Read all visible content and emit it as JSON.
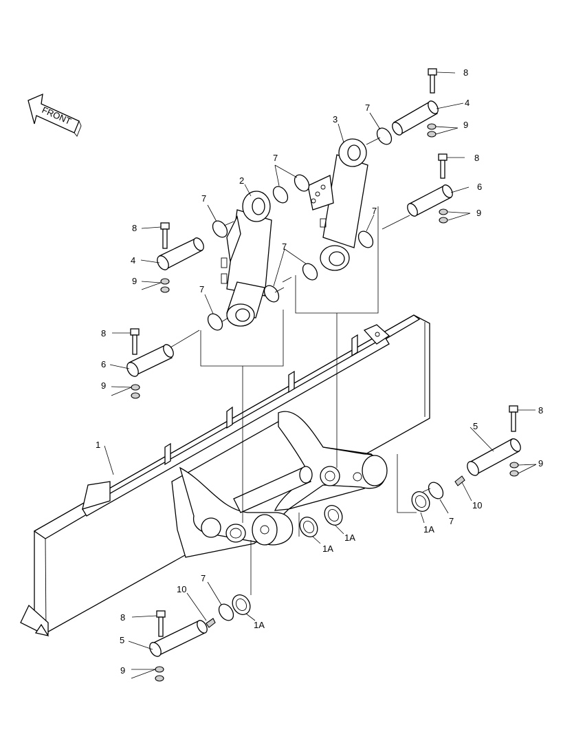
{
  "front_arrow": {
    "label": "FRONT"
  },
  "callouts": [
    {
      "id": "c1",
      "text": "1"
    },
    {
      "id": "c2",
      "text": "2"
    },
    {
      "id": "c3",
      "text": "3"
    },
    {
      "id": "c4a",
      "text": "4"
    },
    {
      "id": "c4b",
      "text": "4"
    },
    {
      "id": "c5a",
      "text": "5"
    },
    {
      "id": "c5b",
      "text": "5"
    },
    {
      "id": "c6a",
      "text": "6"
    },
    {
      "id": "c6b",
      "text": "6"
    },
    {
      "id": "c7a",
      "text": "7"
    },
    {
      "id": "c7b",
      "text": "7"
    },
    {
      "id": "c7c",
      "text": "7"
    },
    {
      "id": "c7d",
      "text": "7"
    },
    {
      "id": "c7e",
      "text": "7"
    },
    {
      "id": "c7f",
      "text": "7"
    },
    {
      "id": "c7g",
      "text": "7"
    },
    {
      "id": "c7h",
      "text": "7"
    },
    {
      "id": "c8a",
      "text": "8"
    },
    {
      "id": "c8b",
      "text": "8"
    },
    {
      "id": "c8c",
      "text": "8"
    },
    {
      "id": "c8d",
      "text": "8"
    },
    {
      "id": "c8e",
      "text": "8"
    },
    {
      "id": "c8f",
      "text": "8"
    },
    {
      "id": "c9a",
      "text": "9"
    },
    {
      "id": "c9b",
      "text": "9"
    },
    {
      "id": "c9c",
      "text": "9"
    },
    {
      "id": "c9d",
      "text": "9"
    },
    {
      "id": "c9e",
      "text": "9"
    },
    {
      "id": "c9f",
      "text": "9"
    },
    {
      "id": "c10a",
      "text": "10"
    },
    {
      "id": "c10b",
      "text": "10"
    },
    {
      "id": "c1Aa",
      "text": "1A"
    },
    {
      "id": "c1Ab",
      "text": "1A"
    },
    {
      "id": "c1Ac",
      "text": "1A"
    },
    {
      "id": "c1Ad",
      "text": "1A"
    }
  ]
}
